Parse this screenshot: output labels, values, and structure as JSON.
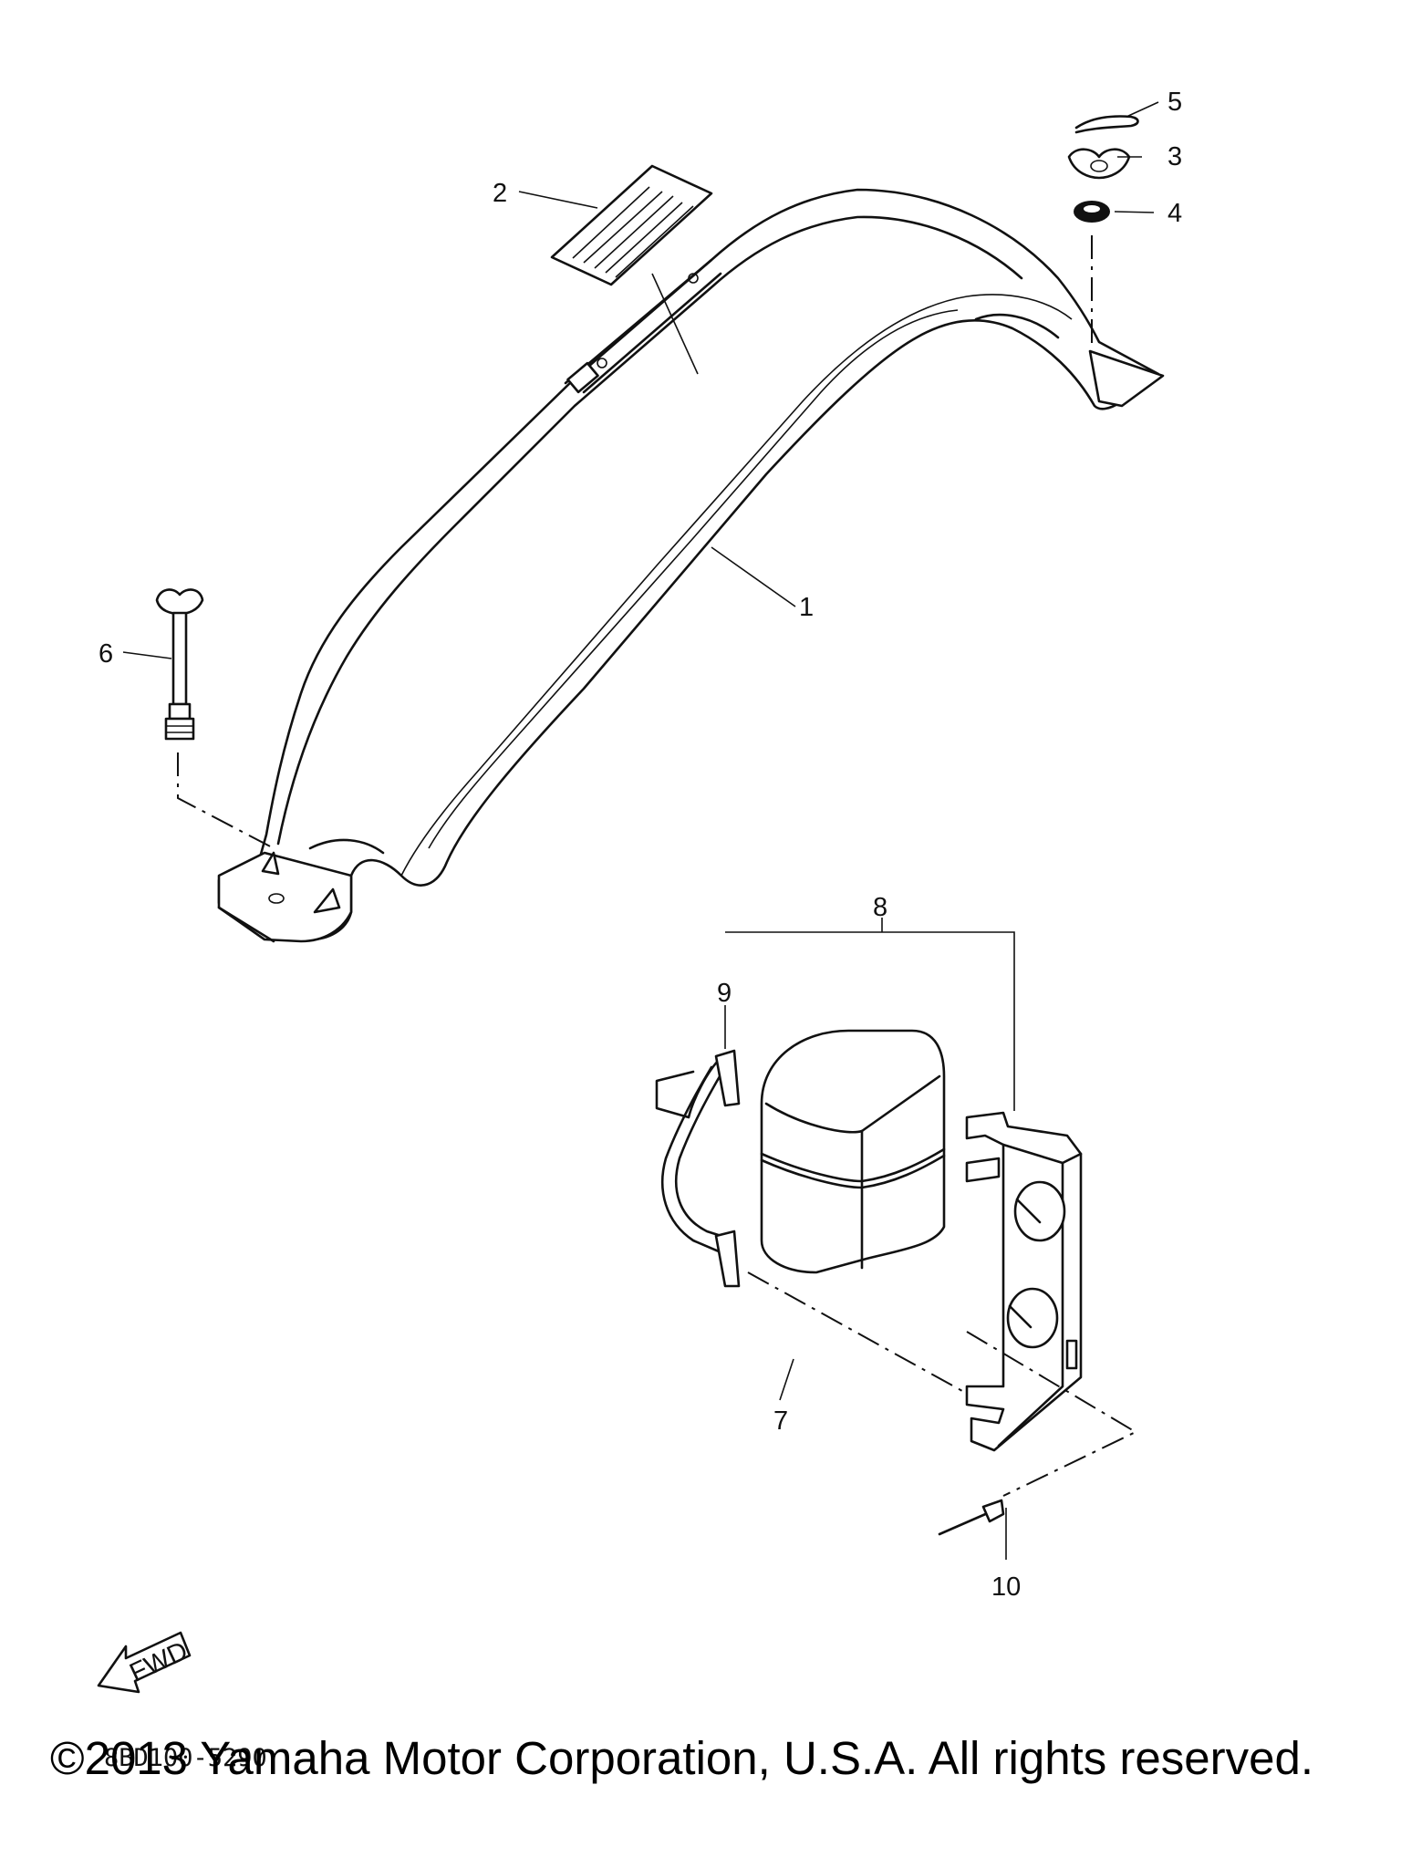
{
  "diagram": {
    "callouts": [
      "1",
      "2",
      "3",
      "4",
      "5",
      "6",
      "7",
      "8",
      "9",
      "10"
    ],
    "part_code": "8BD100-5290",
    "fwd_label": "FWD"
  },
  "footer": {
    "copyright": "©2013 Yamaha Motor Corporation, U.S.A. All rights reserved."
  }
}
